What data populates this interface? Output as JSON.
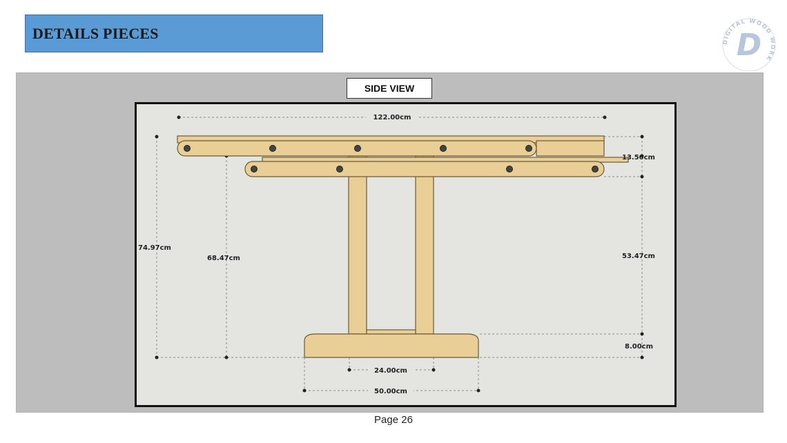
{
  "header": {
    "title": "DETAILS PIECES"
  },
  "logo": {
    "letter": "D",
    "ring_text": "DIGITAL WOOD WORK",
    "icon": "brand-logo-icon"
  },
  "drawing": {
    "view_label": "SIDE VIEW",
    "dimensions": {
      "overall_width": "122.00cm",
      "top_thickness": "13.50cm",
      "overall_height": "74.97cm",
      "lower_rail_height": "68.47cm",
      "leg_height": "53.47cm",
      "foot_height": "8.00cm",
      "leg_spacing": "24.00cm",
      "foot_width": "50.00cm"
    },
    "colors": {
      "wood": "#e9cf96",
      "wood_edge": "#6b5a3a",
      "sheet": "#e4e5e1",
      "frame": "#111111"
    }
  },
  "footer": {
    "page_label": "Page 26"
  }
}
